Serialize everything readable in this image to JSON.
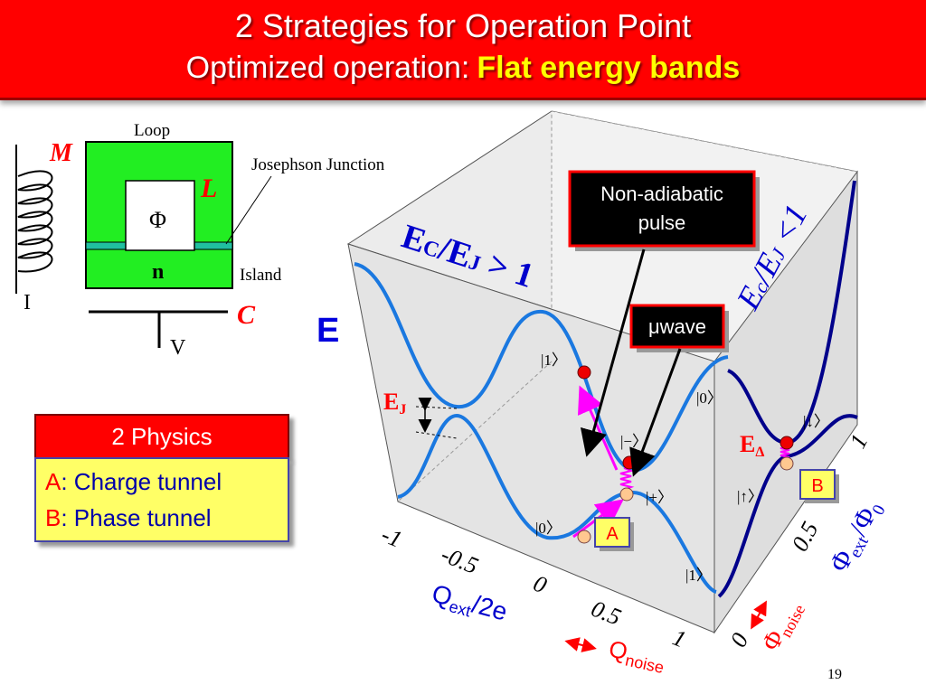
{
  "title": {
    "line1": "2 Strategies for Operation Point",
    "line2_prefix": "Optimized operation:",
    "line2_highlight": "Flat energy bands"
  },
  "circuit": {
    "loop_label": "Loop",
    "mutual_label": "M",
    "inductance_label": "L",
    "capacitance_label": "C",
    "flux_symbol": "Φ",
    "island_symbol": "n",
    "junction_label": "Josephson Junction",
    "island_label": "Island",
    "current_label": "I",
    "voltage_label": "V"
  },
  "physics": {
    "header": "2 Physics",
    "items": [
      {
        "key": "A",
        "text": ": Charge tunnel"
      },
      {
        "key": "B",
        "text": ": Phase tunnel"
      }
    ]
  },
  "cube": {
    "energy_axis": "E",
    "regime_left": {
      "base": "E",
      "sub1": "C",
      "mid": "/E",
      "sub2": "J",
      "tail": " > 1"
    },
    "regime_right": {
      "base": "E",
      "sub1": "c",
      "mid": "/E",
      "sub2": "J",
      "tail": " <1"
    },
    "ej_label": {
      "base": "E",
      "sub": "J"
    },
    "edelta_label": {
      "base": "E",
      "sub": "Δ"
    },
    "pulse_label_line1": "Non-adiabatic",
    "pulse_label_line2": "pulse",
    "mwave_mu": "μ",
    "mwave_label": "wave",
    "point_a": "A",
    "point_b": "B",
    "states": {
      "left_upper": "|1〉",
      "left_lower": "|0〉",
      "mid_minus": "|−〉",
      "mid_plus": "|+〉",
      "right_upper": "|0〉",
      "right_lower": "|1〉",
      "phase_down": "|↓〉",
      "phase_up": "|↑〉"
    },
    "q_ticks": [
      "-1",
      "-0.5",
      "0",
      "0.5",
      "1"
    ],
    "phi_ticks": [
      "0",
      "0.5",
      "1"
    ],
    "q_axis": {
      "base": "Q",
      "sub": "ext",
      "tail": "/2e"
    },
    "phi_axis": {
      "base": "Φ",
      "sub": "ext",
      "mid": "/Φ",
      "sub2": "0"
    },
    "q_noise": {
      "base": "Q",
      "sub": "noise"
    },
    "phi_noise": {
      "base": "Φ",
      "sub": "noise"
    }
  },
  "page_number": "19",
  "colors": {
    "title_bg": "#ff0000",
    "highlight": "#ffff00",
    "band_blue": "#1a78e0",
    "phase_band": "#00008b",
    "pulse_magenta": "#ff00ff",
    "loop_green": "#22ee22"
  }
}
